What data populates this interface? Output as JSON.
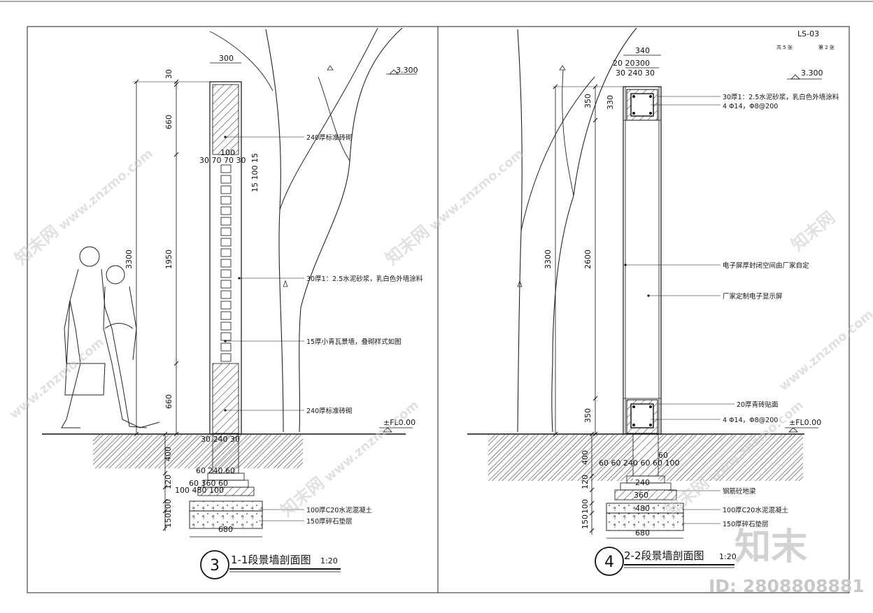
{
  "sheet": {
    "code": "LS-03",
    "sheet_count": "共 5 张",
    "sheet_no": "第 2 张",
    "elevation_top": "3.300",
    "ground_level": "±FL0.00"
  },
  "section1": {
    "title": "1-1段景墙剖面图",
    "scale": "1:20",
    "number": "3",
    "dims": {
      "top_width": "300",
      "v_30": "30",
      "v_660_top": "660",
      "v_1950": "1950",
      "v_660_bot": "660",
      "v_3300": "3300",
      "v_400": "400",
      "v_120": "120",
      "v_100": "100",
      "v_150": "150",
      "mid_100": "100",
      "mid_30_70_70_30": "30 70  70 30",
      "small_15_100_15": "15 100 15",
      "base_30_240_30": "30  240  30",
      "base_60_240_60": "60  240  60",
      "base_60_360_60": "60  360  60",
      "base_100_480_100": "100  480  100",
      "base_680": "680"
    },
    "notes": {
      "brick_top": "240厚标准砖砌",
      "plaster": "30厚1：2.5水泥砂浆，乳白色外墙涂料",
      "tile": "15厚小青瓦景墙，叠砌样式如图",
      "brick_bot": "240厚标准砖砌",
      "concrete": "100厚C20水泥混凝土",
      "gravel": "150厚碎石垫层"
    }
  },
  "section2": {
    "title": "2-2段景墙剖面图",
    "scale": "1:20",
    "number": "4",
    "dims": {
      "top_340": "340",
      "top_300": "300",
      "top_20_20": "20  20",
      "top_30_240_30": "30  240  30",
      "v_350_top": "350",
      "v_330": "330",
      "v_2600": "2600",
      "v_350_bot": "350",
      "v_3300": "3300",
      "v_400": "400",
      "v_120": "120",
      "v_100": "100",
      "v_150": "150",
      "base_60_60_240_60_60_100": "60  60    240   60 60  100",
      "base_240": "240",
      "base_360": "360",
      "base_480": "480",
      "base_680": "680",
      "base_right_60": "60"
    },
    "notes": {
      "plaster": "30厚1：2.5水泥砂浆，乳白色外墙涂料",
      "rebar_top": "4 Φ14，Φ8@200",
      "screen_space": "电子屏厚封闭空间由厂家自定",
      "screen": "厂家定制电子显示屏",
      "tile_face": "20厚青砖贴面",
      "rebar_bot": "4 Φ14，Φ8@200",
      "footing": "钢筋砼地梁",
      "concrete": "100厚C20水泥混凝土",
      "gravel": "150厚碎石垫层"
    }
  },
  "watermark": {
    "site": "www.znzmo.com",
    "brand": "知末网",
    "logo": "知末",
    "id": "ID: 2808808881"
  }
}
